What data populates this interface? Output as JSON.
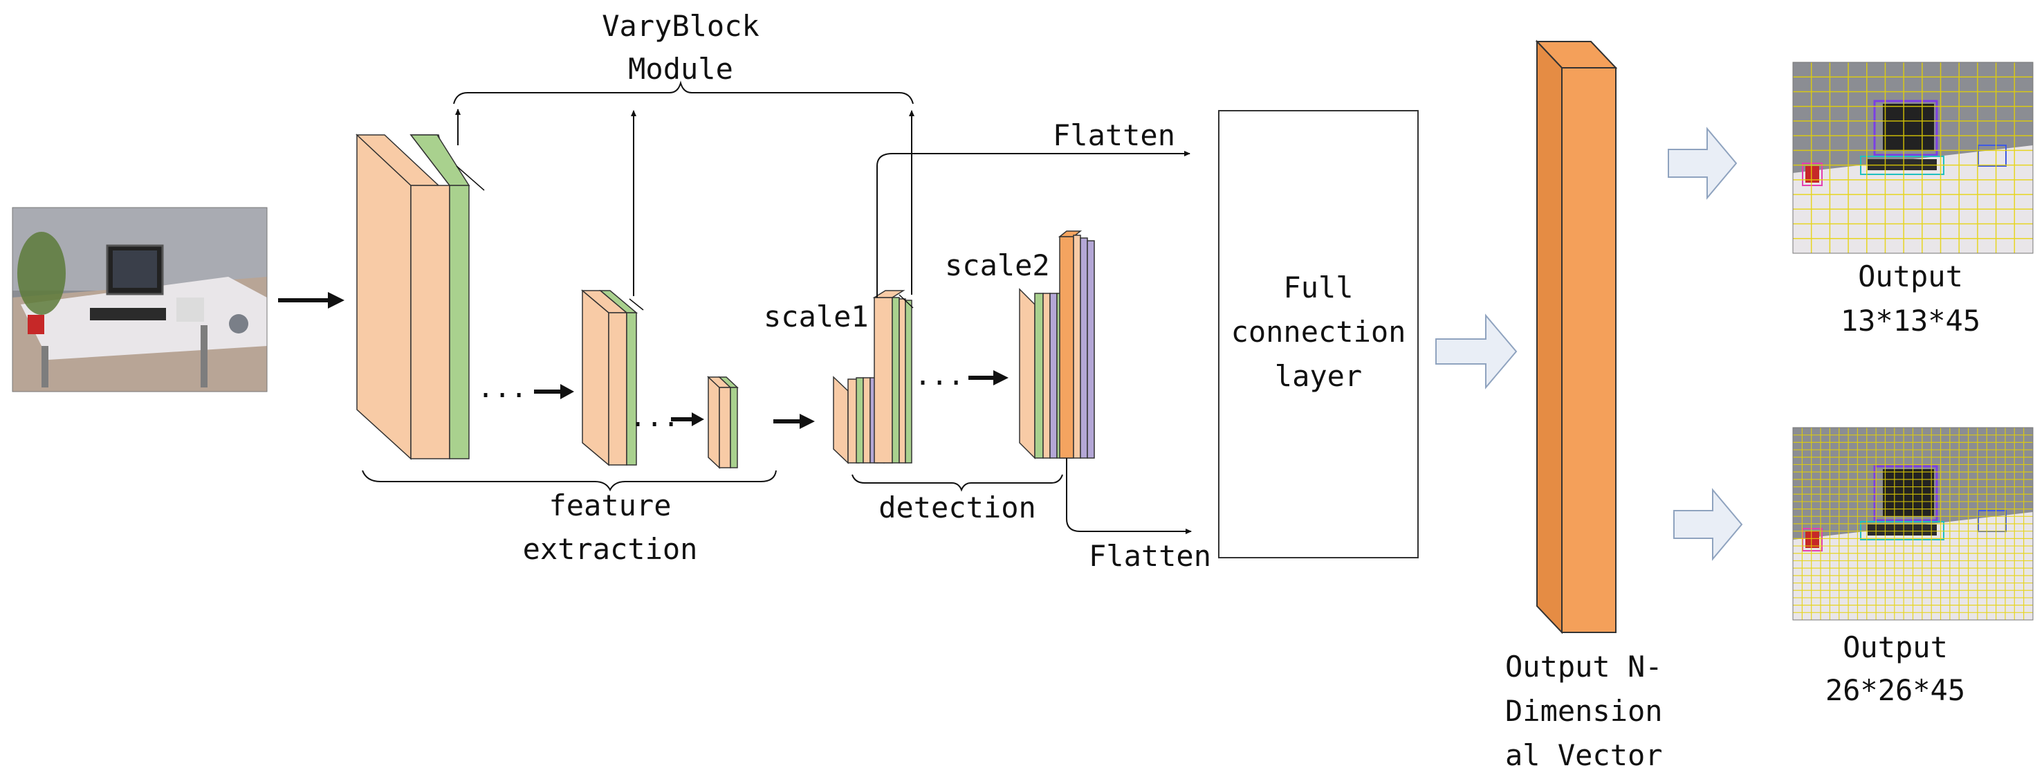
{
  "diagram": {
    "varyblock_label_line1": "VaryBlock",
    "varyblock_label_line2": "Module",
    "flatten_top_label": "Flatten",
    "flatten_bottom_label": "Flatten",
    "scale1_label": "scale1",
    "scale2_label": "scale2",
    "feature_extraction_line1": "feature",
    "feature_extraction_line2": "extraction",
    "detection_label": "detection",
    "full_connection_line1": "Full",
    "full_connection_line2": "connection",
    "full_connection_line3": "layer",
    "vector_label_line1": "Output N-",
    "vector_label_line2": "Dimension",
    "vector_label_line3": "al Vector",
    "output1_line1": "Output",
    "output1_line2": "13*13*45",
    "output2_line1": "Output",
    "output2_line2": "26*26*45",
    "ellipsis": "..."
  },
  "colors": {
    "block_peach": "#F8CBA6",
    "block_green": "#A9D18E",
    "block_purple": "#B4A7D6",
    "block_orange": "#F4A460",
    "block_dark_orange": "#E87722",
    "vector_orange": "#F4A05A",
    "arrow_fill": "#E9EEF6",
    "arrow_stroke": "#8FA3BF",
    "grid_yellow": "#E6D300"
  },
  "icons": [
    "input-photo",
    "output-photo-grid-13",
    "output-photo-grid-26",
    "hollow-right-arrow",
    "solid-right-arrow"
  ]
}
